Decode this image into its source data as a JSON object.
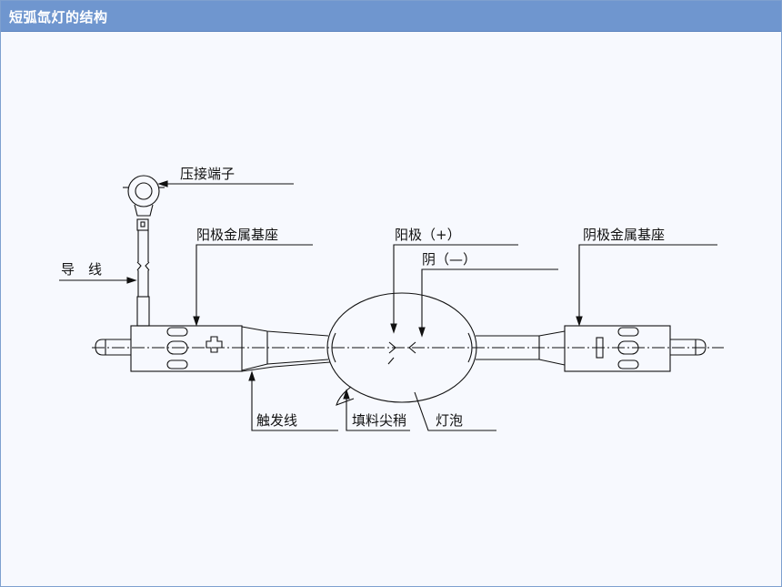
{
  "header": {
    "title": "短弧氙灯的结构"
  },
  "labels": {
    "crimp_terminal": "压接端子",
    "anode_metal_base": "阳极金属基座",
    "lead_wire": "导　线",
    "anode": "阳极（+）",
    "cathode": "阴（—）",
    "cathode_metal_base": "阴极金属基座",
    "trigger_wire": "触发线",
    "fill_tip": "填料尖稍",
    "bulb": "灯泡"
  },
  "colors": {
    "header_bg": "#6f96cf",
    "panel_bg": "#f7f9fe",
    "line": "#111111"
  }
}
